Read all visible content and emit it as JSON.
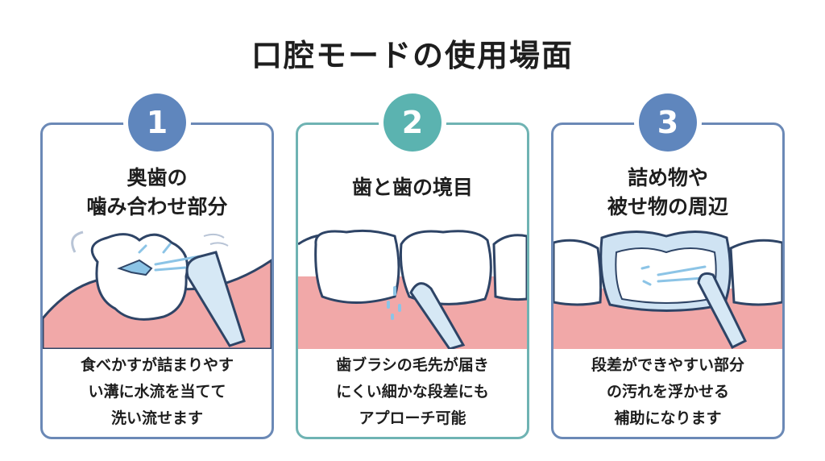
{
  "page": {
    "title": "口腔モードの使用場面"
  },
  "cards": [
    {
      "number": "1",
      "heading_line1": "奥歯の",
      "heading_line2": "噛み合わせ部分",
      "desc_line1": "食べかすが詰まりやす",
      "desc_line2": "い溝に水流を当てて",
      "desc_line3": "洗い流せます"
    },
    {
      "number": "2",
      "heading_line1": "歯と歯の境目",
      "desc_line1": "歯ブラシの毛先が届き",
      "desc_line2": "にくい細かな段差にも",
      "desc_line3": "アプローチ可能"
    },
    {
      "number": "3",
      "heading_line1": "詰め物や",
      "heading_line2": "被せ物の周辺",
      "desc_line1": "段差ができやすい部分",
      "desc_line2": "の汚れを浮かせる",
      "desc_line3": "補助になります"
    }
  ],
  "colors": {
    "card_border_blue": "#6b89b6",
    "card_border_teal": "#6fb3b3",
    "badge_blue": "#5f86bd",
    "badge_teal": "#5bb3b0",
    "gum_pink": "#f1a8a8",
    "water_blue": "#8cc4e6",
    "outline_navy": "#2e4466"
  },
  "icons": [
    "molar-tooth-icon",
    "interdental-teeth-icon",
    "crown-filling-icon",
    "water-flosser-nozzle-icon"
  ]
}
